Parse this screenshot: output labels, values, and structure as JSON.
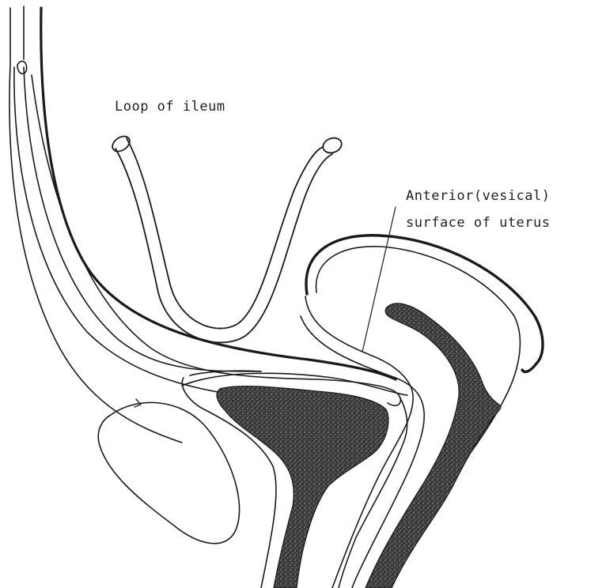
{
  "labels": {
    "loop_of_ileum": "Loop of ileum",
    "anterior_surface_line1": "Anterior(vesical)",
    "anterior_surface_line2": "surface of uterus"
  },
  "colors": {
    "line": "#1a1a1a",
    "stipple": "#2b2b2b",
    "background": "#ffffff"
  }
}
